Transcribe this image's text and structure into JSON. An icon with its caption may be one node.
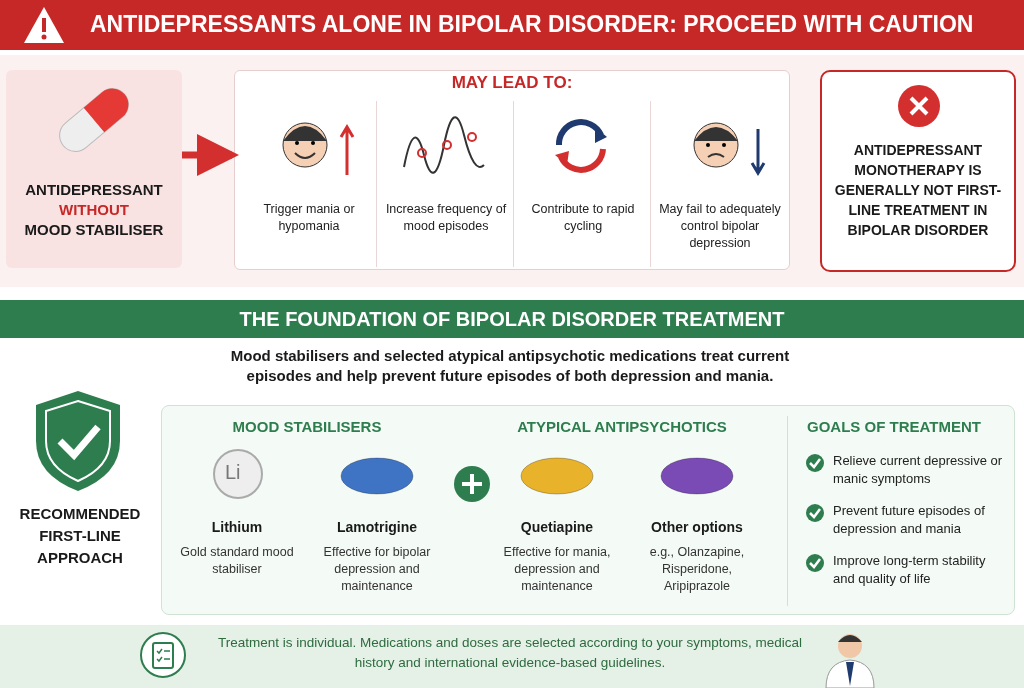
{
  "diagram": {
    "title": "ANTIDEPRESSANTS ALONE IN BIPOLAR DISORDER: PROCEED WITH CAUTION",
    "nodes": [
      {
        "text": [
          "ANTIDEPRESSANT",
          "WITHOUT",
          "MOOD STABILISER"
        ]
      },
      {
        "text": [
          "MAY LEAD TO:"
        ]
      },
      {
        "text": [
          "Trigger mania or hypomania"
        ],
        "in": 1
      },
      {
        "text": [
          "Increase frequency of mood episodes"
        ],
        "in": 1
      },
      {
        "text": [
          "Contribute to rapid cycling"
        ],
        "in": 1
      },
      {
        "text": [
          "May fail to adequately control bipolar depression"
        ],
        "in": 1
      },
      {
        "text": [
          "ANTIDEPRESSANT MONOTHERAPY IS GENERALLY NOT FIRST-LINE TREATMENT IN BIPOLAR DISORDER"
        ]
      },
      {
        "text": [
          "RECOMMENDED FIRST-LINE APPROACH"
        ]
      },
      {
        "text": [],
        "shape": "box"
      },
      {
        "text": [
          "Lithium",
          "Gold standard mood stabiliser"
        ],
        "in": 8
      },
      {
        "text": [
          "Lamotrigine",
          "Effective for bipolar depression and maintenance"
        ],
        "in": 8
      },
      {
        "text": [
          "Quetiapine",
          "Effective for mania, depression and maintenance"
        ],
        "in": 8
      },
      {
        "text": [
          "Other options",
          "e.g., Olanzapine, Risperidone, Aripiprazole"
        ],
        "in": 8
      },
      {
        "text": [
          "GOALS OF TREATMENT",
          "Relieve current depressive or manic symptoms",
          "Prevent future episodes of depression and mania",
          "Improve long-term stability and quality of life"
        ],
        "in": 8
      }
    ],
    "edges": [
      {
        "from": 0,
        "to": 1,
        "arrow": "to",
        "color": "#d32f2f"
      }
    ],
    "labels": [
      "THE FOUNDATION OF BIPOLAR DISORDER TREATMENT",
      "Mood stabilisers and selected atypical antipsychotic medications treat current episodes and help prevent future episodes of both depression and mania.",
      "MOOD STABILISERS",
      "ATYPICAL ANTIPSYCHOTICS",
      "Li",
      "Treatment is individual. Medications and doses are selected according to your symptoms, medical history and international evidence-based guidelines."
    ]
  }
}
